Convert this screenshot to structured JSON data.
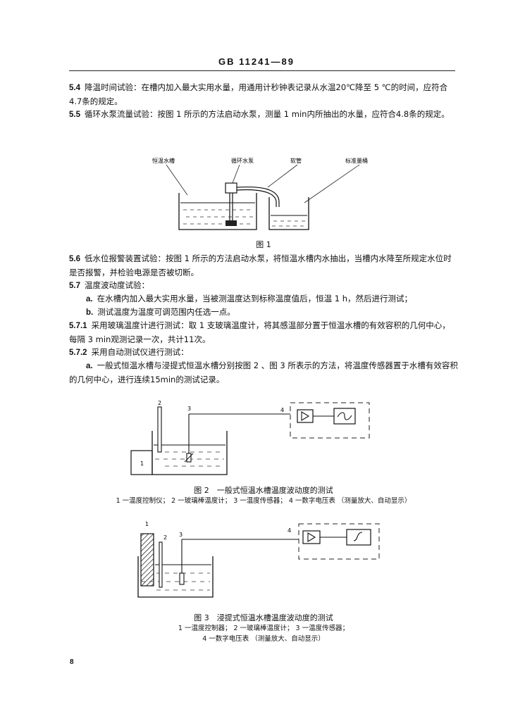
{
  "header": {
    "standard": "GB 11241—89"
  },
  "sections": {
    "s54": {
      "num": "5.4",
      "text": "降温时间试验：在槽内加入最大实用水量，用通用计秒钟表记录从水温20℃降至 5 ℃的时间，应符合4.7条的规定。"
    },
    "s55": {
      "num": "5.5",
      "text": "循环水泵流量试验：按图 1 所示的方法启动水泵，测量 1 min内所抽出的水量，应符合4.8条的规定。"
    },
    "s56": {
      "num": "5.6",
      "text": "低水位报警装置试验：按图 1 所示的方法启动水泵，将恒温水槽内水抽出，当槽内水降至所规定水位时是否报警，并检验电源是否被切断。"
    },
    "s57": {
      "num": "5.7",
      "text": "温度波动度试验："
    },
    "s57a": {
      "num": "a.",
      "text": "在水槽内加入最大实用水量，当被测温度达到标称温度值后，恒温 1 h，然后进行测试；"
    },
    "s57b": {
      "num": "b.",
      "text": "测试温度为温度可调范围内任选一点。"
    },
    "s571": {
      "num": "5.7.1",
      "text": "采用玻璃温度计进行测试：取 1 支玻璃温度计，将其感温部分置于恒温水槽的有效容积的几何中心，每隔 3 min观测记录一次，共计11次。"
    },
    "s572": {
      "num": "5.7.2",
      "text": "采用自动测试仪进行测试："
    },
    "s572a": {
      "num": "a.",
      "text": "一般式恒温水槽与浸提式恒温水槽分别按图 2 、图 3 所表示的方法，将温度传感器置于水槽有效容积的几何中心，进行连续15min的测试记录。"
    }
  },
  "figure1": {
    "caption": "图 1",
    "labels": {
      "bath": "恒温水槽",
      "pump": "循环水泵",
      "hose": "软管",
      "cylinder": "标准量桶"
    }
  },
  "figure2": {
    "caption": "图 2　一般式恒温水槽温度波动度的测试",
    "legend": "1 一温度控制仪； 2 一玻璃棒温度计； 3 一温度传感器； 4 一数字电压表 （测量放大、自动显示）",
    "callouts": [
      "1",
      "2",
      "3",
      "4"
    ]
  },
  "figure3": {
    "caption": "图 3　浸提式恒温水槽温度波动度的测试",
    "legend1": "1 一温度控制器； 2 一玻璃棒温度计； 3 一温度传感器；",
    "legend2": "4 一数字电压表 （测量放大、自动显示）",
    "callouts": [
      "1",
      "2",
      "3",
      "4"
    ]
  },
  "page_number": "8"
}
